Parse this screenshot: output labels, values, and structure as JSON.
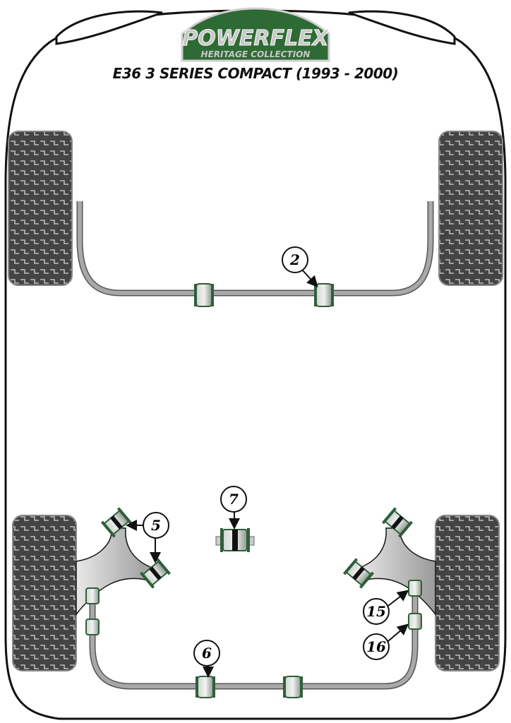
{
  "logo": {
    "brand": "POWERFLEX",
    "subtitle": "HERITAGE COLLECTION",
    "colors": {
      "green": "#2e6b34",
      "text": "#c8c8c8"
    }
  },
  "title": "E36 3 SERIES COMPACT (1993 - 2000)",
  "callouts": {
    "front_anti_roll_bar": "2",
    "rear_arm_bushes": "5",
    "rear_anti_roll_bar": "6",
    "center_mount": "7",
    "drop_link_upper": "15",
    "drop_link_lower": "16"
  },
  "colors": {
    "bushing": "#2f5e3c",
    "bar": "#a8a8a8",
    "tyre": "#454545"
  }
}
